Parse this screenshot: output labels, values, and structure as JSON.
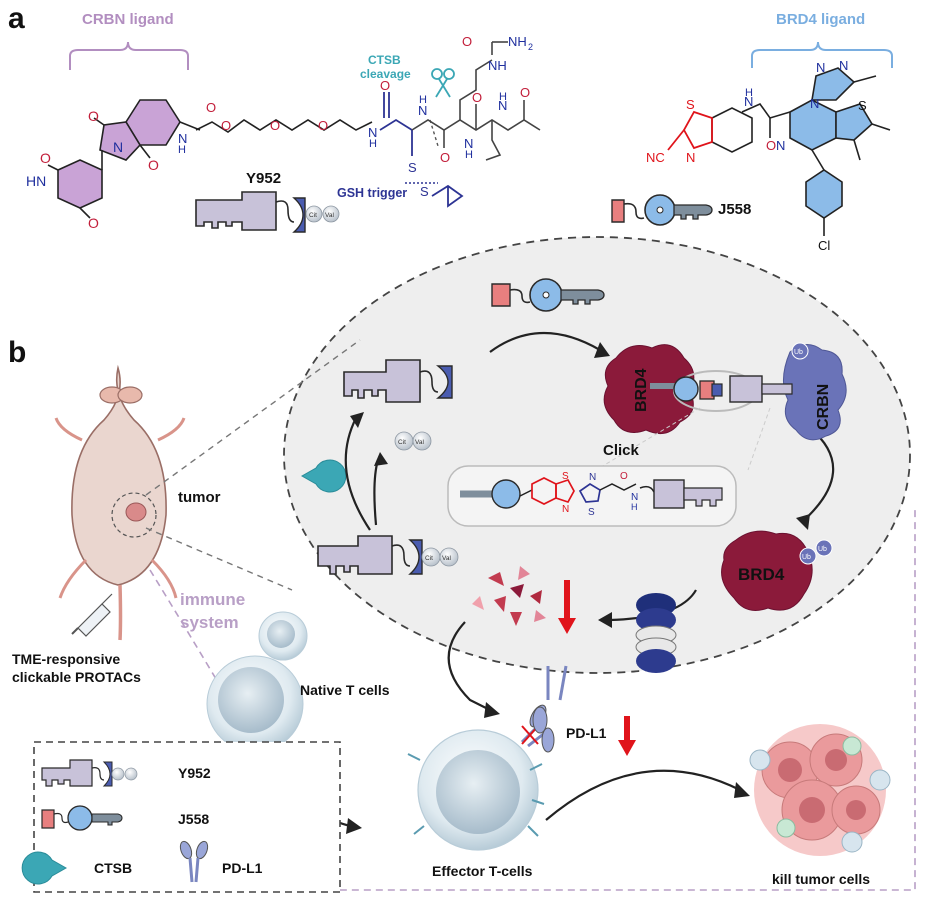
{
  "panel_a": {
    "label": "a",
    "crbn_ligand": "CRBN ligand",
    "brd4_ligand": "BRD4 ligand",
    "ctsb_line1": "CTSB",
    "ctsb_line2": "cleavage",
    "gsh_trigger": "GSH trigger",
    "nh2": "NH",
    "nh2_sub": "2",
    "compound_y": "Y952",
    "compound_j": "J558",
    "cit": "Cit",
    "val": "Val",
    "atoms": {
      "O": "O",
      "N": "N",
      "H": "H",
      "S": "S",
      "NH": "NH",
      "HN": "HN",
      "NC": "NC",
      "Cl": "Cl"
    }
  },
  "panel_b": {
    "label": "b",
    "tumor": "tumor",
    "immune_line1": "immune",
    "immune_line2": "system",
    "tme_line1": "TME-responsive",
    "tme_line2": "clickable PROTACs",
    "native_t": "Native T cells",
    "effector_t": "Effector T-cells",
    "kill": "kill tumor cells",
    "click": "Click",
    "brd4": "BRD4",
    "crbn": "CRBN",
    "ub": "Ub",
    "pdl1": "PD-L1"
  },
  "legend": {
    "y952": "Y952",
    "j558": "J558",
    "ctsb": "CTSB",
    "pdl1": "PD-L1"
  },
  "colors": {
    "crbn_purple": "#b28ec0",
    "brd4_blue": "#7aaee0",
    "ctsb_teal": "#3ba7b5",
    "gsh_navy": "#2d3494",
    "red": "#e0141b",
    "brd4_maroon": "#8b1a3a",
    "crbn_protein": "#6a73b8",
    "lavender": "#c8c2d9"
  }
}
